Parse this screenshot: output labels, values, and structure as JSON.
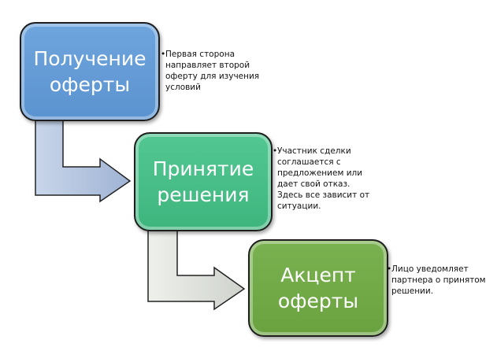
{
  "steps": [
    {
      "title": "Получение оферты",
      "note": "Первая сторона направляет второй оферту для изучения условий",
      "color": "#5b93d0"
    },
    {
      "title": "Принятие решения",
      "note": "Участник сделки соглашается с предложением или дает свой отказ. Здесь все зависит от ситуации.",
      "color": "#3fb57e"
    },
    {
      "title": "Акцепт оферты",
      "note": "Лицо уведомляет партнера  о принятом решении.",
      "color": "#69a23f"
    }
  ],
  "bullet": "•"
}
